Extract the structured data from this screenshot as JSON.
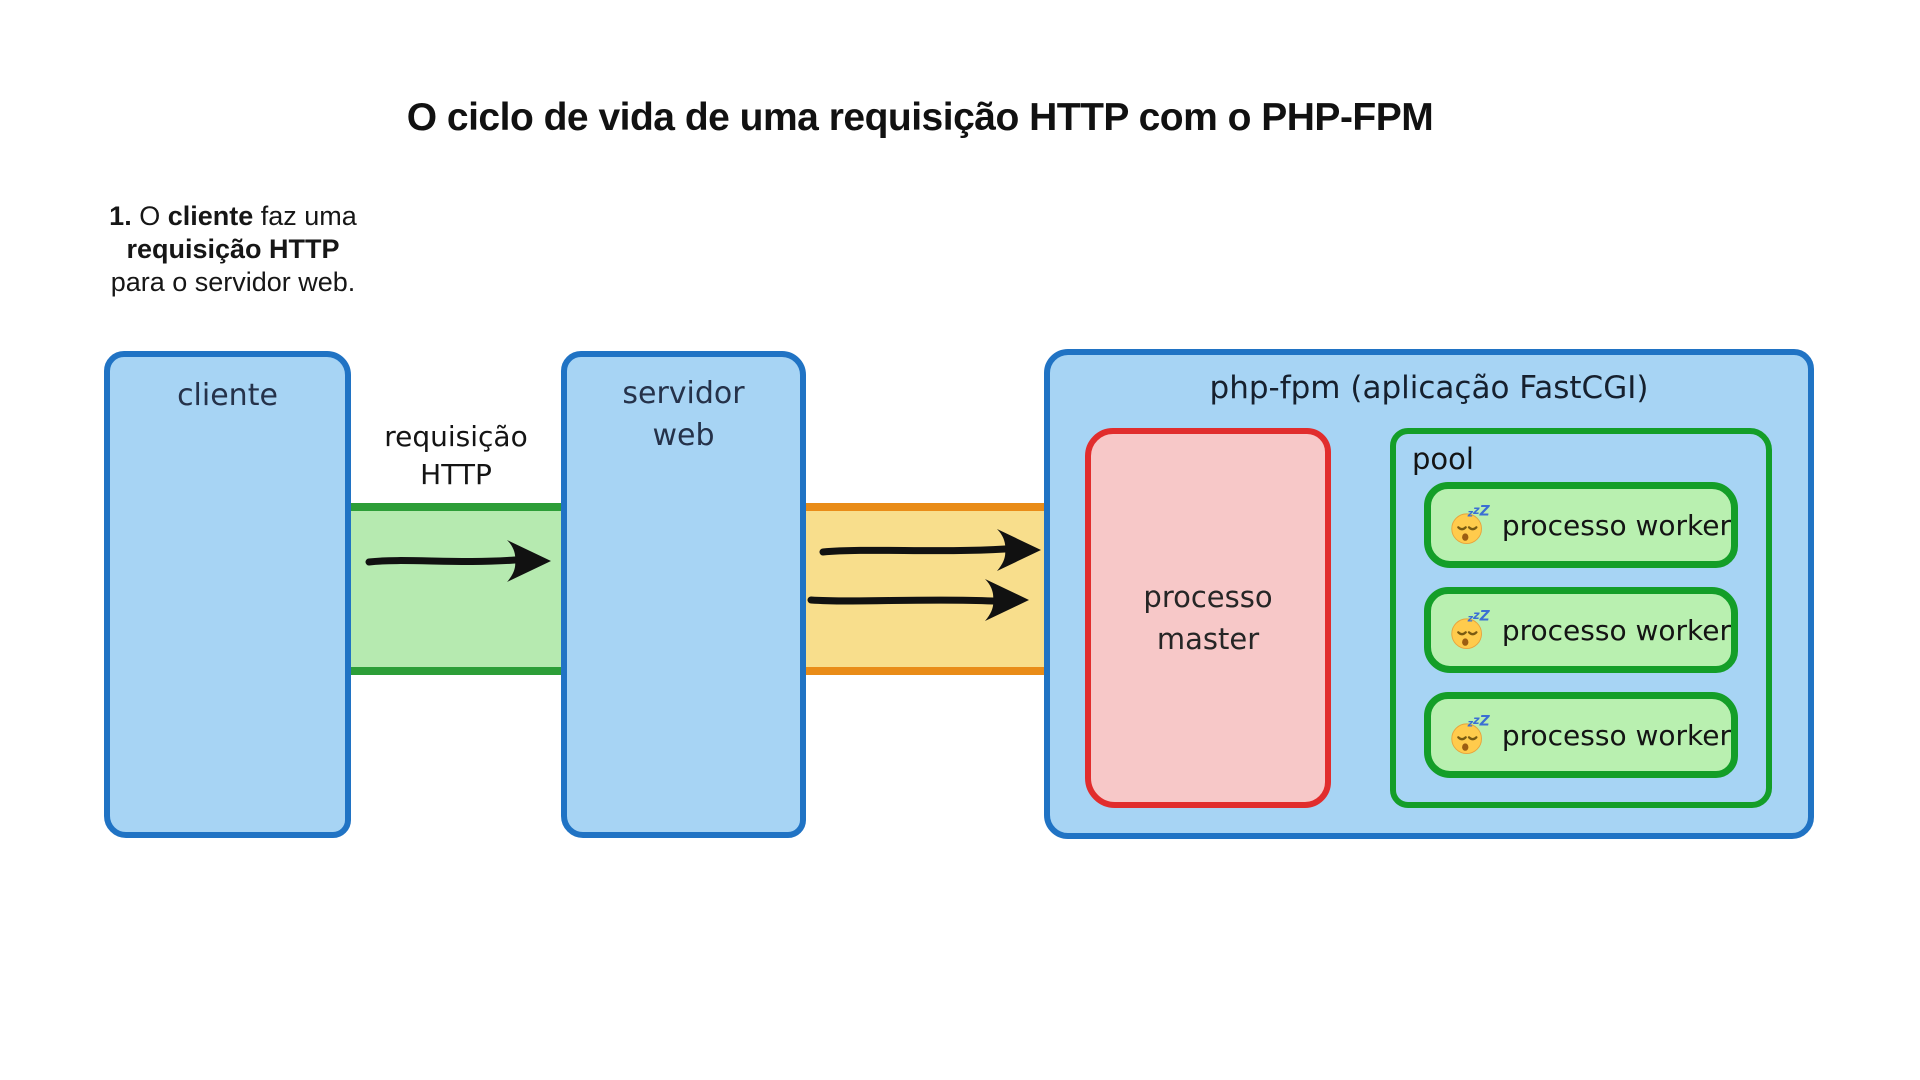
{
  "page": {
    "title": "O ciclo de vida de uma requisição HTTP com o PHP-FPM"
  },
  "note": {
    "b1": "1.",
    "r1": " O ",
    "b2": "cliente",
    "r2": " faz uma",
    "line2": "requisição HTTP",
    "line3": "para o servidor web."
  },
  "client": {
    "label": "cliente"
  },
  "http_request": {
    "line1": "requisição",
    "line2": "HTTP"
  },
  "web_server": {
    "line1": "servidor",
    "line2": "web"
  },
  "phpfpm": {
    "label": "php-fpm (aplicação FastCGI)"
  },
  "master": {
    "line1": "processo",
    "line2": "master"
  },
  "pool": {
    "label": "pool",
    "workers": [
      {
        "icon": "sleeping-face-emoji",
        "emoji": "😴",
        "label": "processo worker"
      },
      {
        "icon": "sleeping-face-emoji",
        "emoji": "😴",
        "label": "processo worker"
      },
      {
        "icon": "sleeping-face-emoji",
        "emoji": "😴",
        "label": "processo worker"
      }
    ]
  },
  "colors": {
    "box_fill_blue": "#a7d4f4",
    "box_border_blue": "#2073c4",
    "band_fill_green": "#b6eab0",
    "band_border_green": "#2d9e38",
    "band_fill_yellow": "#f8de8c",
    "band_border_orange": "#e98c18",
    "master_fill_pink": "#f7c8c8",
    "master_border_red": "#e12d2d",
    "worker_fill_green": "#b9f0b0",
    "pool_border_green": "#149e28",
    "arrow_black": "#111111"
  }
}
